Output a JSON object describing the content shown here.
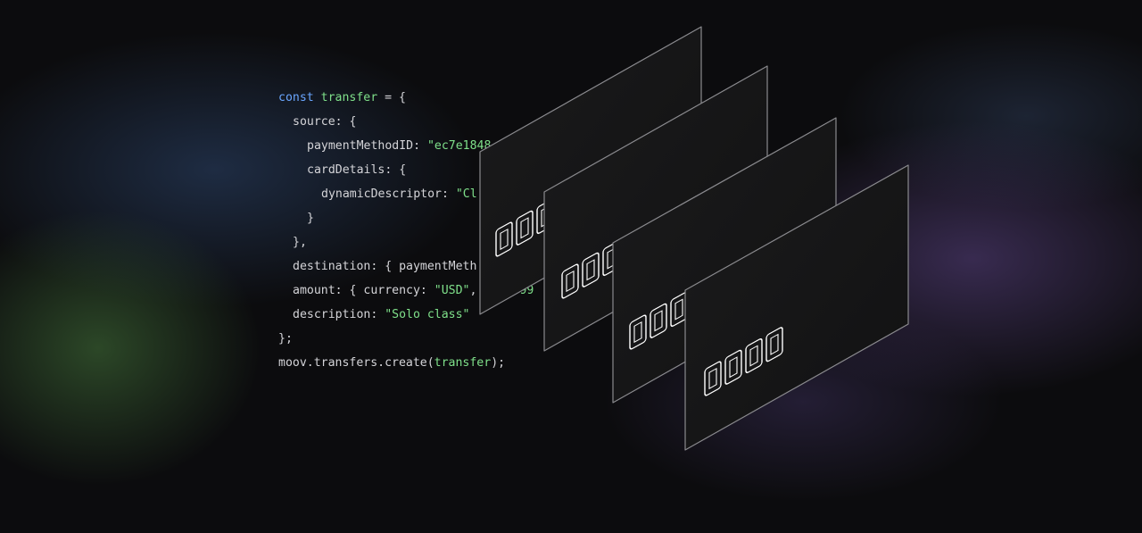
{
  "code": {
    "l1": {
      "kw": "const",
      "name": "transfer",
      "rest": " = {"
    },
    "l2": "source: {",
    "l3": {
      "key": "paymentMethodID: ",
      "value": "\"ec7e1848"
    },
    "l4": "cardDetails: {",
    "l5": {
      "key": "dynamicDescriptor: ",
      "value": "\"Cl"
    },
    "l6": "}",
    "l7": "},",
    "l8": "destination: { paymentMeth",
    "l9": {
      "key": "amount: { currency: ",
      "value": "\"USD\"",
      "rest": ",",
      "tail": "99"
    },
    "l10": {
      "key": "description: ",
      "value": "\"Solo class\""
    },
    "l11": "};",
    "l12": {
      "pre": "moov.transfers.create(",
      "arg": "transfer",
      "post": ");"
    }
  },
  "cards": {
    "count": 4,
    "logo_text": "MOOV",
    "card_color": "#151515",
    "edge_color": "#8a8a8e",
    "logo_color": "#ffffff"
  },
  "colors": {
    "background": "#0c0c0e",
    "keyword": "#6aa6ff",
    "string": "#7fe08a",
    "code_text": "#d4d4d8"
  }
}
